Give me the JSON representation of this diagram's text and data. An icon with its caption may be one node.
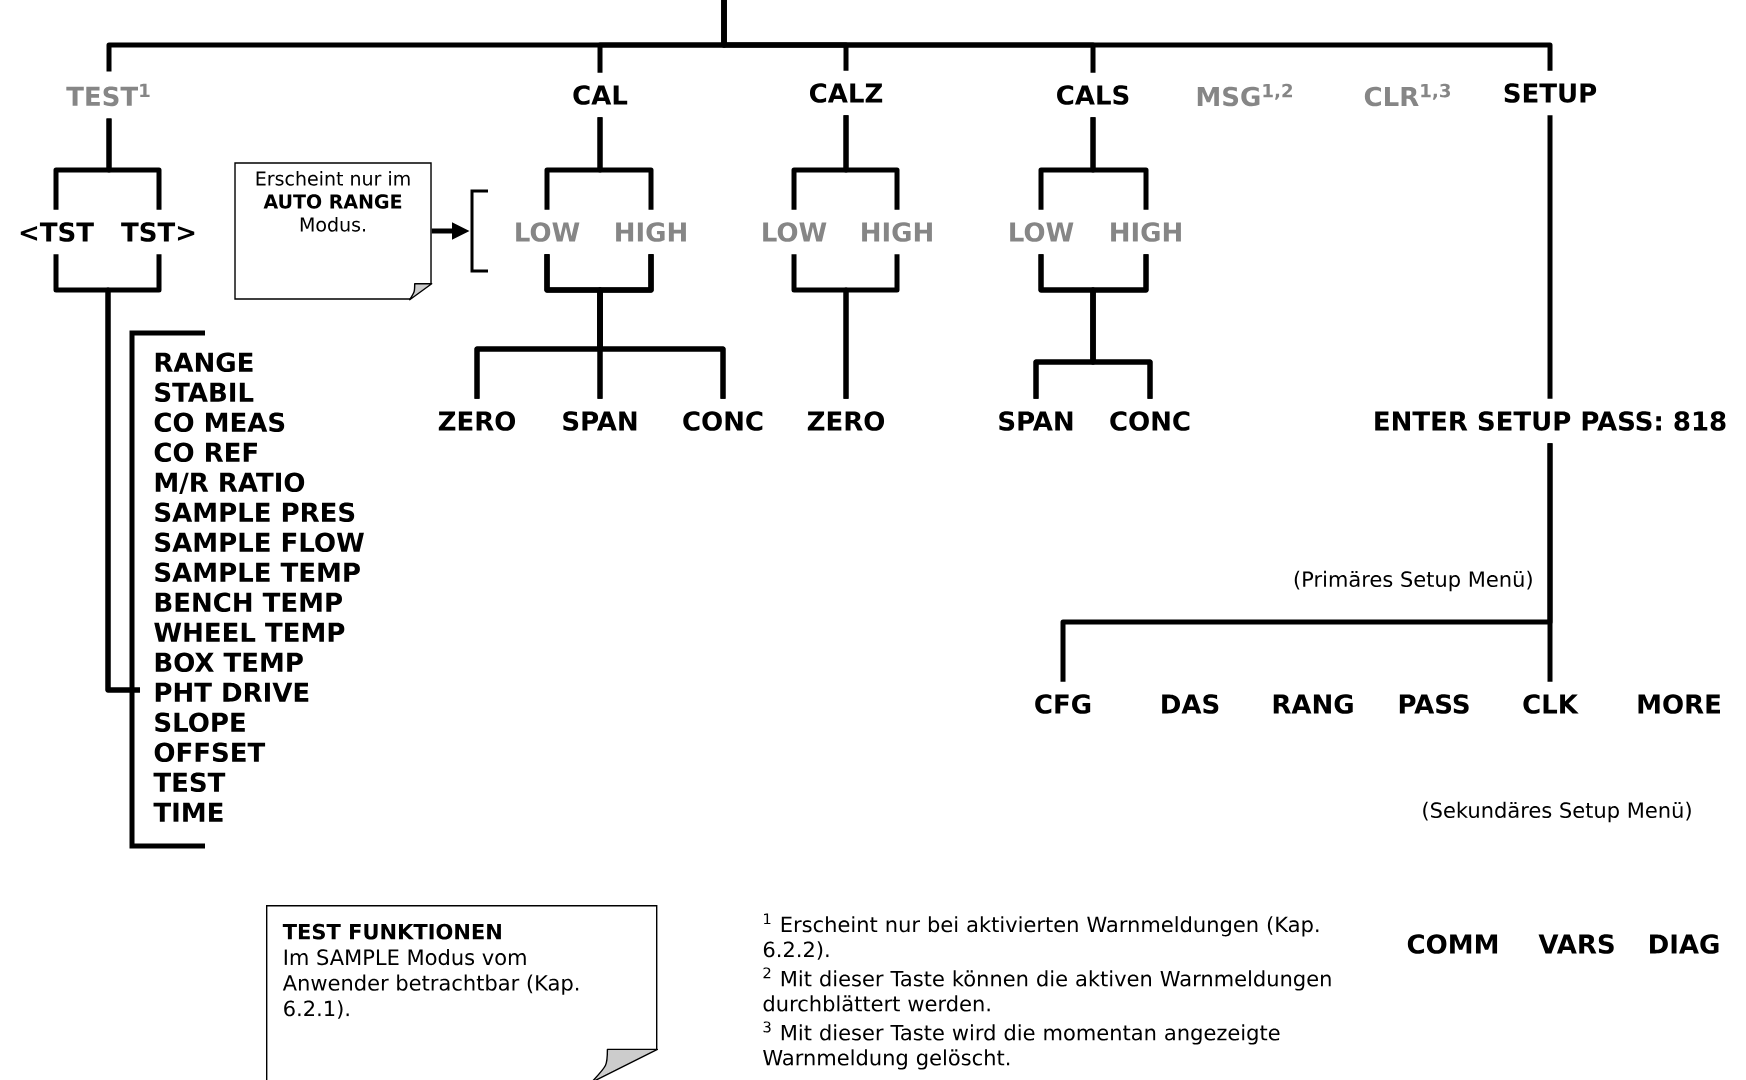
{
  "diagram": {
    "nodes": [
      {
        "text": [
          "TEST$^{1}$"
        ]
      },
      {
        "text": [
          "CAL"
        ]
      },
      {
        "text": [
          "CALZ"
        ]
      },
      {
        "text": [
          "CALS"
        ]
      },
      {
        "text": [
          "SETUP"
        ]
      },
      {
        "text": [
          "<TST"
        ]
      },
      {
        "text": [
          "TST>"
        ]
      },
      {
        "text": [
          "Erscheint nur im **AUTO RANGE** Modus."
        ]
      },
      {
        "text": [
          "LOW"
        ]
      },
      {
        "text": [
          "HIGH"
        ]
      },
      {
        "text": [
          "LOW"
        ]
      },
      {
        "text": [
          "HIGH"
        ]
      },
      {
        "text": [
          "LOW"
        ]
      },
      {
        "text": [
          "HIGH"
        ]
      },
      {
        "text": [
          "RANGE",
          "STABIL",
          "CO MEAS",
          "CO REF",
          "M/R RATIO",
          "SAMPLE PRES",
          "SAMPLE FLOW",
          "SAMPLE TEMP",
          "BENCH TEMP",
          "WHEEL TEMP",
          "BOX TEMP",
          "PHT DRIVE",
          "SLOPE",
          "OFFSET",
          "TEST",
          "TIME"
        ]
      },
      {
        "text": [
          "ZERO"
        ]
      },
      {
        "text": [
          "SPAN"
        ]
      },
      {
        "text": [
          "CONC"
        ]
      },
      {
        "text": [
          "ZERO"
        ]
      },
      {
        "text": [
          "SPAN"
        ]
      },
      {
        "text": [
          "CONC"
        ]
      },
      {
        "text": [
          "ENTER SETUP PASS: 818"
        ]
      },
      {
        "text": [
          "CFG"
        ]
      },
      {
        "text": [
          "CLK"
        ]
      },
      {
        "text": [
          "TEST FUNKTIONEN",
          "Im SAMPLE Modus vom Anwender betrachtbar (Kap. 6.2.1)."
        ]
      }
    ],
    "edges": [
      {
        "from": null,
        "to": 0,
        "arrow": "none"
      },
      {
        "from": null,
        "to": 1,
        "arrow": "none"
      },
      {
        "from": null,
        "to": 2,
        "arrow": "none"
      },
      {
        "from": null,
        "to": 3,
        "arrow": "none"
      },
      {
        "from": null,
        "to": 4,
        "arrow": "none"
      },
      {
        "from": 0,
        "to": 5,
        "arrow": "none"
      },
      {
        "from": 0,
        "to": 6,
        "arrow": "none"
      },
      {
        "from": 1,
        "to": 8,
        "arrow": "none"
      },
      {
        "from": 1,
        "to": 9,
        "arrow": "none"
      },
      {
        "from": 2,
        "to": 10,
        "arrow": "none"
      },
      {
        "from": 2,
        "to": 11,
        "arrow": "none"
      },
      {
        "from": 3,
        "to": 12,
        "arrow": "none"
      },
      {
        "from": 3,
        "to": 13,
        "arrow": "none"
      },
      {
        "from": 7,
        "to": null,
        "arrow": "to"
      },
      {
        "from": 5,
        "to": 14,
        "arrow": "none"
      },
      {
        "from": 6,
        "to": 14,
        "arrow": "none"
      },
      {
        "from": 8,
        "to": 15,
        "arrow": "none"
      },
      {
        "from": 8,
        "to": 16,
        "arrow": "none"
      },
      {
        "from": 8,
        "to": 17,
        "arrow": "none"
      },
      {
        "from": 9,
        "to": 15,
        "arrow": "none"
      },
      {
        "from": 9,
        "to": 16,
        "arrow": "none"
      },
      {
        "from": 9,
        "to": 17,
        "arrow": "none"
      },
      {
        "from": 10,
        "to": 18,
        "arrow": "none"
      },
      {
        "from": 11,
        "to": 18,
        "arrow": "none"
      },
      {
        "from": 12,
        "to": 19,
        "arrow": "none"
      },
      {
        "from": 12,
        "to": 20,
        "arrow": "none"
      },
      {
        "from": 13,
        "to": 19,
        "arrow": "none"
      },
      {
        "from": 13,
        "to": 20,
        "arrow": "none"
      },
      {
        "from": 4,
        "to": 21,
        "arrow": "none"
      },
      {
        "from": 21,
        "to": 22,
        "arrow": "none"
      },
      {
        "from": 21,
        "to": 23,
        "arrow": "none"
      }
    ],
    "labels": [
      "MSG$^{1,2}$",
      "CLR$^{1,3}$",
      "(Primäres Setup Menü)",
      "DAS",
      "RANG",
      "PASS",
      "MORE",
      "(Sekundäres Setup Menü)",
      "$^{1}$ Erscheint nur bei aktivierten Warnmeldungen (Kap. 6.2.2).",
      "COMM",
      "VARS",
      "DIAG",
      "$^{2}$ Mit dieser Taste können die aktiven Warnmeldungen durchblättert werden.",
      "$^{3}$ Mit dieser Taste wird die momentan angezeigte Warnmeldung gelöscht."
    ]
  }
}
